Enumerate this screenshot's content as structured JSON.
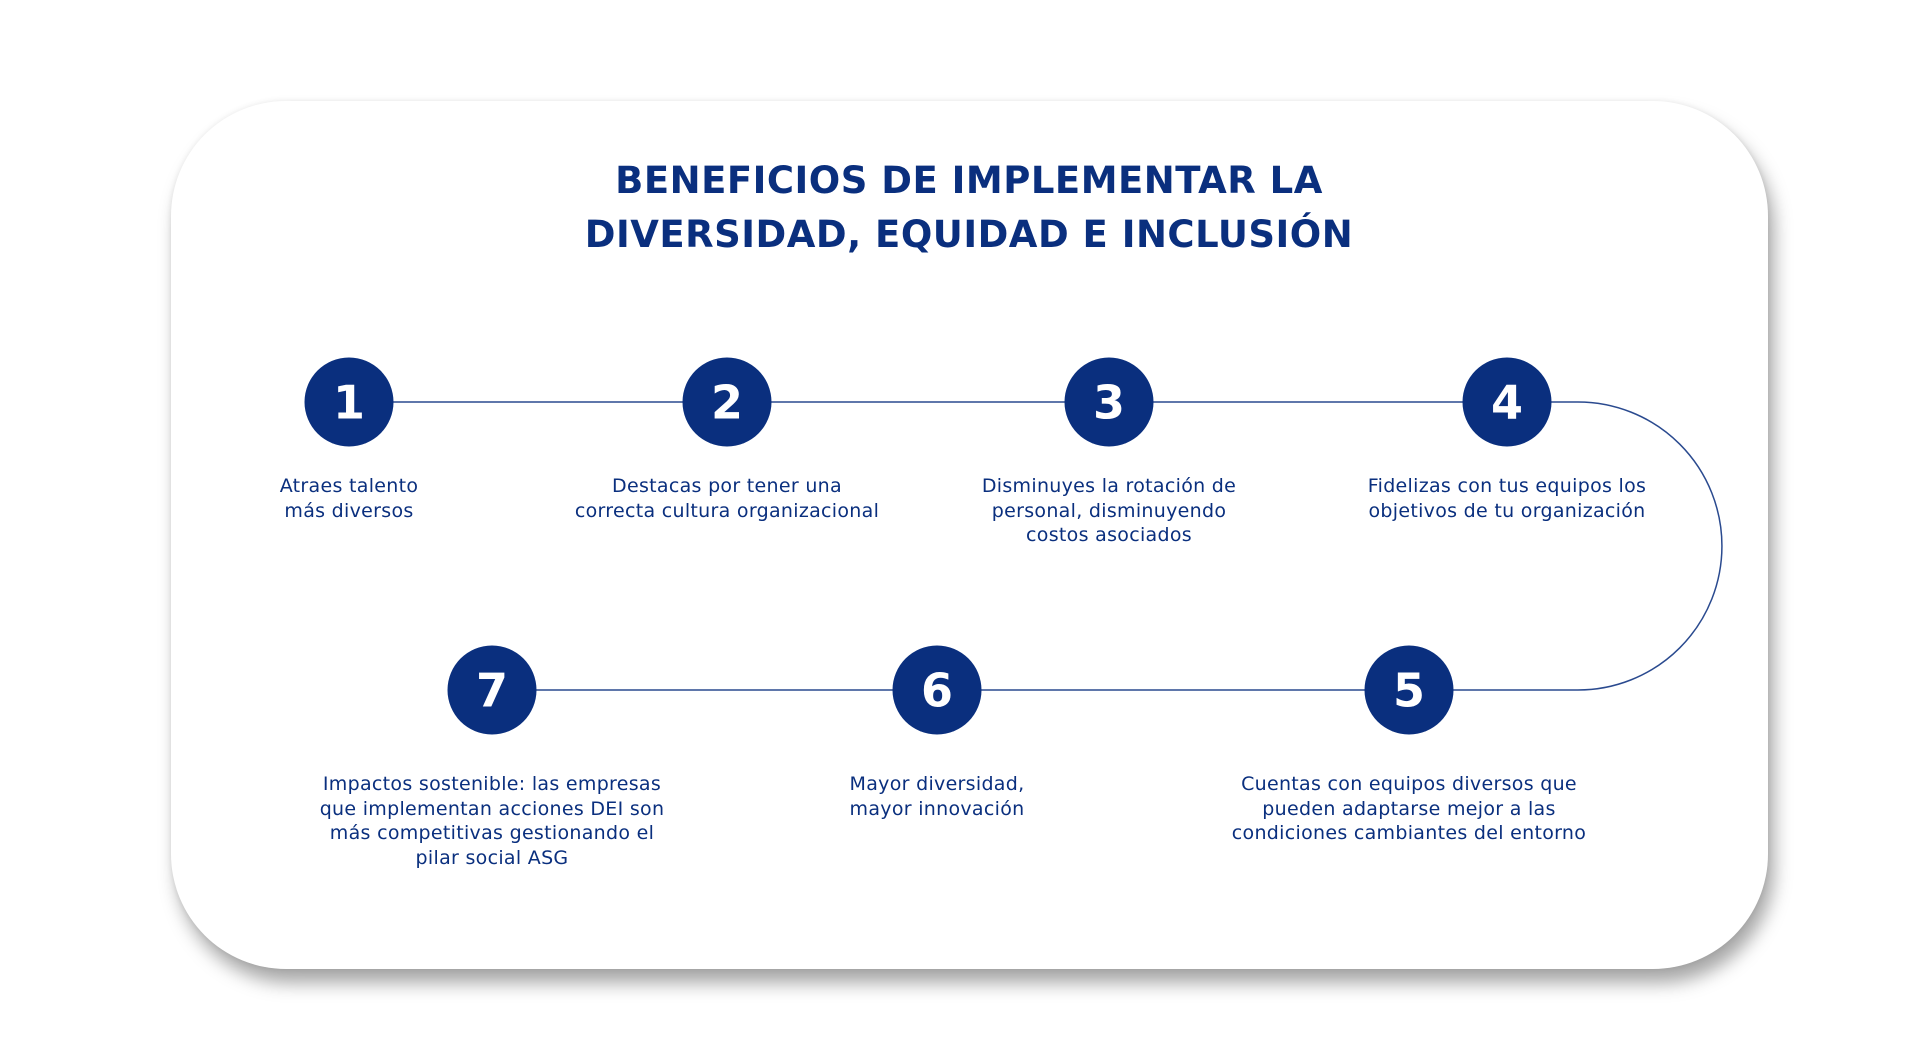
{
  "title": {
    "line1": "BENEFICIOS DE IMPLEMENTAR LA",
    "line2": "DIVERSIDAD, EQUIDAD E INCLUSIÓN"
  },
  "steps": [
    {
      "number": "1",
      "lines": [
        "Atraes talento",
        "más diversos"
      ]
    },
    {
      "number": "2",
      "lines": [
        "Destacas por tener una",
        "correcta cultura organizacional"
      ]
    },
    {
      "number": "3",
      "lines": [
        "Disminuyes la rotación de",
        "personal, disminuyendo",
        "costos asociados"
      ]
    },
    {
      "number": "4",
      "lines": [
        "Fidelizas con tus equipos los",
        "objetivos de tu organización"
      ]
    },
    {
      "number": "5",
      "lines": [
        "Cuentas con equipos diversos que",
        "pueden adaptarse mejor a las",
        "condiciones cambiantes del entorno"
      ]
    },
    {
      "number": "6",
      "lines": [
        "Mayor diversidad,",
        "mayor innovación"
      ]
    },
    {
      "number": "7",
      "lines": [
        "Impactos sostenible: las empresas",
        "que implementan acciones DEI son",
        "más competitivas gestionando el",
        "pilar social ASG"
      ]
    }
  ],
  "colors": {
    "primary": "#0a2f7e",
    "connector": "#2a4a8f",
    "background": "#ffffff"
  }
}
